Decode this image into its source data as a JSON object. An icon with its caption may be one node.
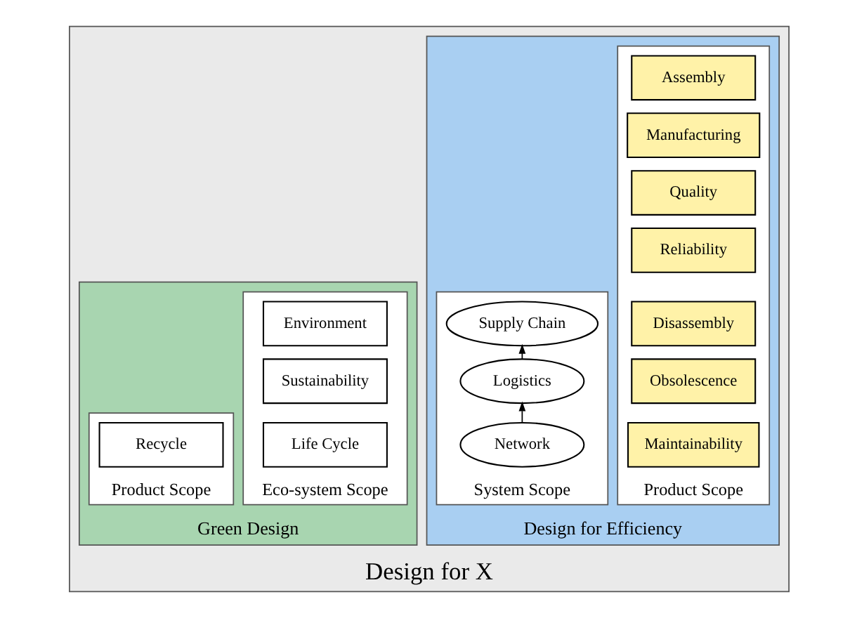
{
  "diagram": {
    "nodes": [
      {
        "text": [
          "Design for X"
        ]
      },
      {
        "text": [
          "Design for Efficiency"
        ],
        "in": 0
      },
      {
        "text": [
          "Product Scope"
        ],
        "in": 1
      },
      {
        "text": [
          "Assembly"
        ],
        "in": 2
      },
      {
        "text": [
          "Manufacturing"
        ],
        "in": 2
      },
      {
        "text": [
          "Quality"
        ],
        "in": 2
      },
      {
        "text": [
          "Reliability"
        ],
        "in": 2
      },
      {
        "text": [
          "Disassembly"
        ],
        "in": 2
      },
      {
        "text": [
          "Obsolescence"
        ],
        "in": 2
      },
      {
        "text": [
          "Maintainability"
        ],
        "in": 2
      },
      {
        "text": [
          "System Scope"
        ],
        "in": 1
      },
      {
        "text": [
          "Supply Chain"
        ],
        "in": 10
      },
      {
        "text": [
          "Logistics"
        ],
        "in": 10
      },
      {
        "text": [
          "Network"
        ],
        "in": 10
      },
      {
        "text": [
          "Green Design"
        ],
        "in": 0
      },
      {
        "text": [
          "Eco-system Scope"
        ],
        "in": 14
      },
      {
        "text": [
          "Environment"
        ],
        "in": 15
      },
      {
        "text": [
          "Sustainability"
        ],
        "in": 15
      },
      {
        "text": [
          "Life Cycle"
        ],
        "in": 15
      },
      {
        "text": [
          "Product Scope"
        ],
        "in": 14
      },
      {
        "text": [
          "Recycle"
        ],
        "in": 19
      }
    ],
    "edges": [
      {
        "from": 13,
        "to": 12,
        "arrow": "to"
      },
      {
        "from": 12,
        "to": 11,
        "arrow": "to"
      }
    ]
  }
}
